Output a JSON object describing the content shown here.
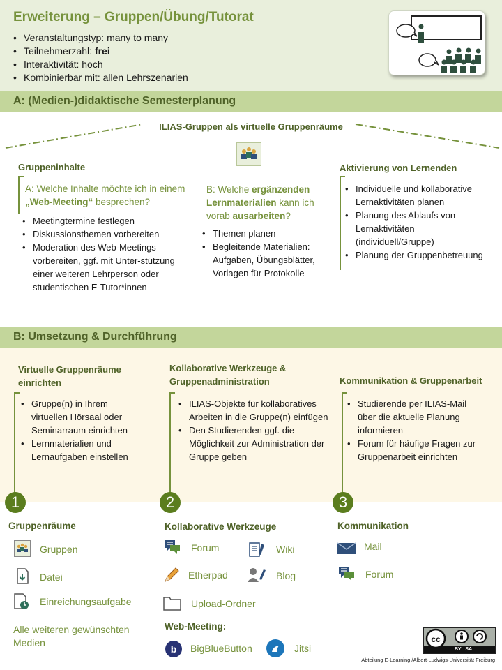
{
  "header": {
    "title": "Erweiterung  – Gruppen/Übung/Tutorat",
    "facts": [
      {
        "label": "Veranstaltungstyp: ",
        "value": "many to many",
        "bold": false
      },
      {
        "label": "Teilnehmerzahl: ",
        "value": "frei",
        "bold": true
      },
      {
        "label": "Interaktivität: ",
        "value": "hoch",
        "bold": false
      },
      {
        "label": "Kombinierbar mit: ",
        "value": "allen Lehrszenarien",
        "bold": false
      }
    ]
  },
  "section_a": {
    "bar": "A: (Medien-)didaktische Semesterplanung",
    "center_title": "ILIAS-Gruppen als virtuelle Gruppenräume",
    "col1": {
      "heading": "Gruppeninhalte",
      "q_pre": "A: Welche Inhalte möchte ich in einem ",
      "q_bold": "„Web-Meeting“",
      "q_post": " besprechen?",
      "items": [
        "Meetingtermine festlegen",
        "Diskussionsthemen vorbereiten",
        "Moderation des Web-Meetings vorbereiten, ggf. mit Unter-stützung einer weiteren Lehrperson oder studentischen E-Tutor*innen"
      ]
    },
    "col2": {
      "q_pre": "B: Welche ",
      "q_bold1": "ergänzenden Lernmaterialien",
      "q_mid": " kann ich vorab ",
      "q_bold2": "ausarbeiten",
      "q_post": "?",
      "items": [
        "Themen planen",
        "Begleitende Materialien: Aufgaben, Übungsblätter, Vorlagen für Protokolle"
      ]
    },
    "col3": {
      "heading": "Aktivierung von Lernenden",
      "items": [
        "Individuelle und kollaborative Lernaktivitäten planen",
        "Planung des Ablaufs von Lernaktivitäten (individuell/Gruppe)",
        "Planung der Gruppenbetreuung"
      ]
    }
  },
  "section_b": {
    "bar": "B: Umsetzung & Durchführung",
    "col1": {
      "heading": "Virtuelle Gruppenräume einrichten",
      "items": [
        "Gruppe(n) in Ihrem virtuellen Hörsaal oder Seminarraum einrichten",
        "Lernmaterialien und Lernaufgaben einstellen"
      ],
      "number": "1"
    },
    "col2": {
      "heading": "Kollaborative Werkzeuge & Gruppenadministration",
      "items": [
        "ILIAS-Objekte für kollaboratives Arbeiten in die Gruppe(n) einfügen",
        "Den Studierenden ggf. die Möglichkeit zur Administration der Gruppe geben"
      ],
      "number": "2"
    },
    "col3": {
      "heading": "Kommunikation & Gruppenarbeit",
      "items": [
        "Studierende per ILIAS-Mail über die aktuelle Planung informieren",
        "Forum für häufige Fragen zur Gruppenarbeit einrichten"
      ],
      "number": "3"
    }
  },
  "tools": {
    "col1": {
      "heading": "Gruppenräume",
      "items": [
        "Gruppen",
        "Datei",
        "Einreichungsaufgabe"
      ],
      "extra": "Alle weiteren gewünschten Medien"
    },
    "col2": {
      "heading": "Kollaborative Werkzeuge",
      "forum": "Forum",
      "wiki": "Wiki",
      "etherpad": "Etherpad",
      "blog": "Blog",
      "upload": "Upload-Ordner",
      "web_heading": "Web-Meeting:",
      "bbb": "BigBlueButton",
      "jitsi": "Jitsi"
    },
    "col3": {
      "heading": "Kommunikation",
      "mail": "Mail",
      "forum": "Forum"
    }
  },
  "license": {
    "text": "BY   SA"
  },
  "footer": "Abteilung E-Learning  /Albert-Ludwigs-Universität  Freiburg",
  "colors": {
    "accent": "#76923c",
    "dark_green": "#4f6228",
    "bar": "#c3d69b",
    "header_bg": "#e9efdc",
    "section_b_bg": "#fdf7e6"
  }
}
